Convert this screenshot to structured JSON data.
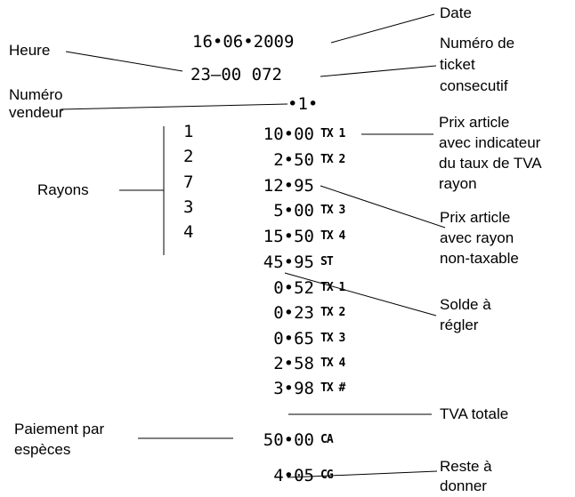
{
  "receipt": {
    "date": "16•06•2009",
    "time_ticket": "23–00 072",
    "vendor": "•1•",
    "items": [
      {
        "dept": "1",
        "amount": "10•00",
        "code": "TX 1"
      },
      {
        "dept": "2",
        "amount": "2•50",
        "code": "TX 2"
      },
      {
        "dept": "7",
        "amount": "12•95",
        "code": ""
      },
      {
        "dept": "3",
        "amount": "5•00",
        "code": "TX 3"
      },
      {
        "dept": "4",
        "amount": "15•50",
        "code": "TX 4"
      }
    ],
    "subtotal": {
      "amount": "45•95",
      "code": "ST"
    },
    "taxes": [
      {
        "amount": "0•52",
        "code": "TX 1"
      },
      {
        "amount": "0•23",
        "code": "TX 2"
      },
      {
        "amount": "0•65",
        "code": "TX 3"
      },
      {
        "amount": "2•58",
        "code": "TX 4"
      },
      {
        "amount": "3•98",
        "code": "TX #"
      }
    ],
    "cash": {
      "amount": "50•00",
      "code": "CA"
    },
    "change": {
      "amount": "4•05",
      "code": "CG"
    }
  },
  "labels": {
    "date": "Date",
    "heure": "Heure",
    "ticket": [
      "Numéro de",
      "ticket",
      "consecutif"
    ],
    "vendeur": [
      "Numéro",
      "vendeur"
    ],
    "rayons": "Rayons",
    "prix_tva": [
      "Prix article",
      "avec indicateur",
      "du taux de TVA",
      "rayon"
    ],
    "prix_nontax": [
      "Prix article",
      "avec rayon",
      "non-taxable"
    ],
    "solde": [
      "Solde à",
      "régler"
    ],
    "tva_totale": "TVA totale",
    "paiement": [
      "Paiement par",
      "espèces"
    ],
    "reste": [
      "Reste à",
      "donner"
    ]
  }
}
